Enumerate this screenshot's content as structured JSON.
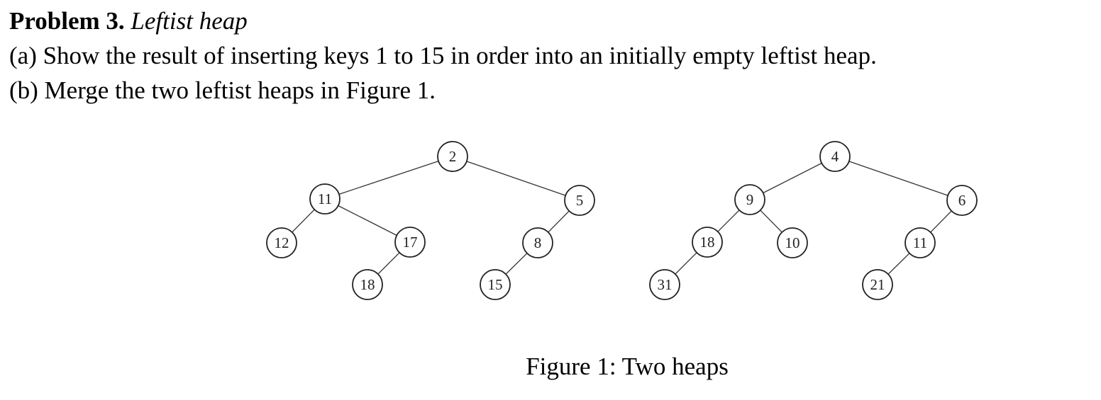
{
  "problem": {
    "label": "Problem 3.",
    "topic": "Leftist heap",
    "part_a": "(a) Show the result of inserting keys 1 to 15 in order into an initially empty leftist heap.",
    "part_b": "(b) Merge the two leftist heaps in Figure 1."
  },
  "figure": {
    "caption": "Figure 1: Two heaps",
    "heaps": [
      {
        "name": "heap-left",
        "nodes": [
          {
            "id": "h1n2",
            "key": "2"
          },
          {
            "id": "h1n11",
            "key": "11"
          },
          {
            "id": "h1n5",
            "key": "5"
          },
          {
            "id": "h1n12",
            "key": "12"
          },
          {
            "id": "h1n17",
            "key": "17"
          },
          {
            "id": "h1n18",
            "key": "18"
          },
          {
            "id": "h1n8",
            "key": "8"
          },
          {
            "id": "h1n15",
            "key": "15"
          }
        ]
      },
      {
        "name": "heap-right",
        "nodes": [
          {
            "id": "h2n4",
            "key": "4"
          },
          {
            "id": "h2n9",
            "key": "9"
          },
          {
            "id": "h2n6",
            "key": "6"
          },
          {
            "id": "h2n18",
            "key": "18"
          },
          {
            "id": "h2n10",
            "key": "10"
          },
          {
            "id": "h2n31",
            "key": "31"
          },
          {
            "id": "h2n11",
            "key": "11"
          },
          {
            "id": "h2n21",
            "key": "21"
          }
        ]
      }
    ]
  }
}
